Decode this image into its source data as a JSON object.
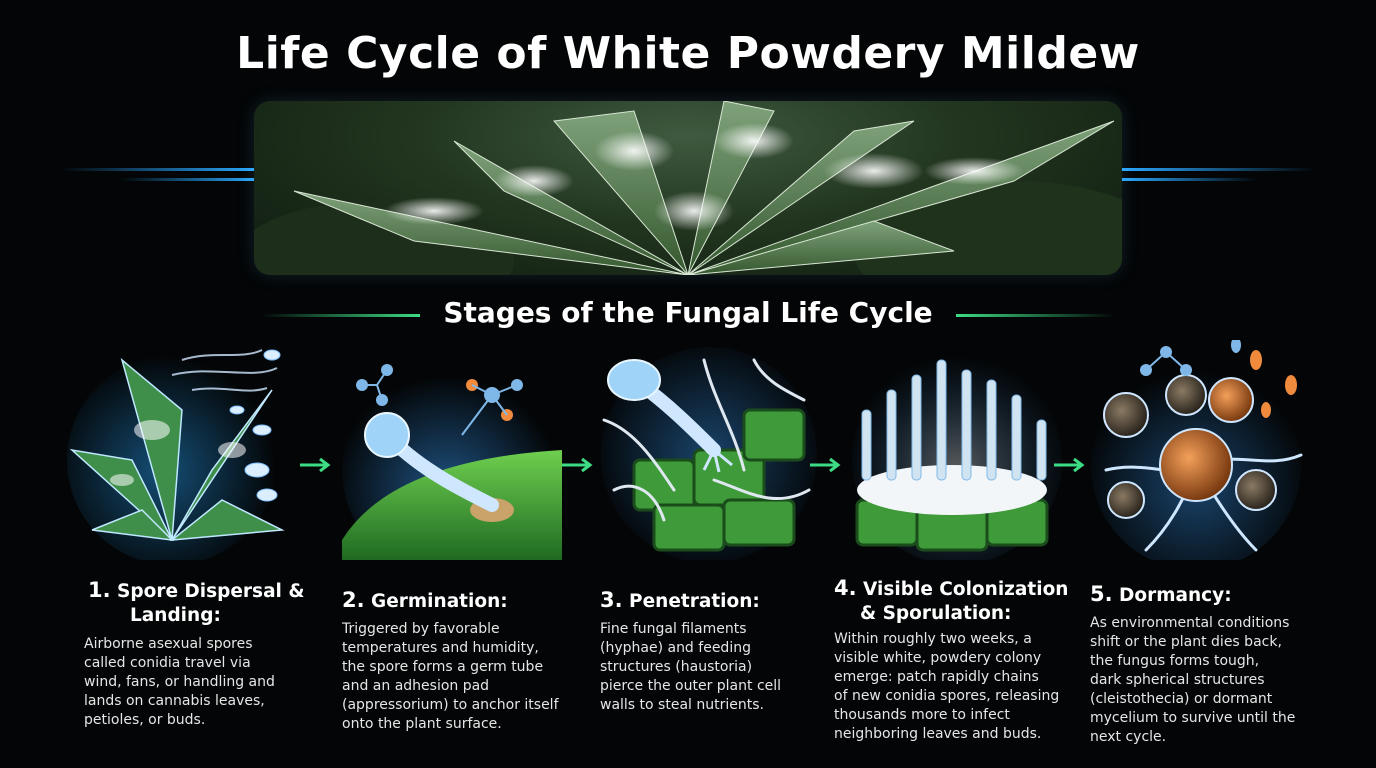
{
  "title": "Life Cycle of White Powdery Mildew",
  "subtitle": "Stages of the Fungal Life Cycle",
  "colors": {
    "accent_blue": "#2aa8ff",
    "accent_green": "#3ddc84",
    "leaf_green": "#3f9a3a"
  },
  "stages": [
    {
      "number": "1.",
      "title_line1": "Spore Dispersal &",
      "title_line2": "Landing:",
      "description": [
        "Airborne asexual spores",
        "called conidia travel via",
        "wind, fans, or handling and",
        "lands on cannabis leaves,",
        "petioles, or buds."
      ],
      "icon": "wind-spores-leaf-icon"
    },
    {
      "number": "2.",
      "title_line1": "Germination:",
      "title_line2": "",
      "description": [
        "Triggered by favorable",
        "temperatures and humidity,",
        "the spore forms a germ tube",
        "and an adhesion pad",
        "(appressorium) to anchor itself",
        "onto the plant surface."
      ],
      "icon": "germ-tube-icon"
    },
    {
      "number": "3.",
      "title_line1": "Penetration:",
      "title_line2": "",
      "description": [
        "Fine fungal filaments",
        "(hyphae) and feeding",
        "structures (haustoria)",
        "pierce the outer plant cell",
        "walls to steal nutrients."
      ],
      "icon": "hyphae-penetration-icon"
    },
    {
      "number": "4.",
      "title_line1": "Visible Colonization",
      "title_line2": "& Sporulation:",
      "description": [
        "Within roughly two weeks, a",
        "visible white, powdery colony",
        "emerge: patch rapidly chains",
        "of new conidia spores, releasing",
        "thousands more to infect",
        "neighboring leaves and buds."
      ],
      "icon": "conidia-chains-icon"
    },
    {
      "number": "5.",
      "title_line1": "Dormancy:",
      "title_line2": "",
      "description": [
        "As environmental conditions",
        "shift or the plant dies back,",
        "the fungus forms tough,",
        "dark spherical structures",
        "(cleistothecia) or dormant",
        "mycelium to survive until the",
        "next cycle."
      ],
      "icon": "cleistothecia-icon"
    }
  ]
}
